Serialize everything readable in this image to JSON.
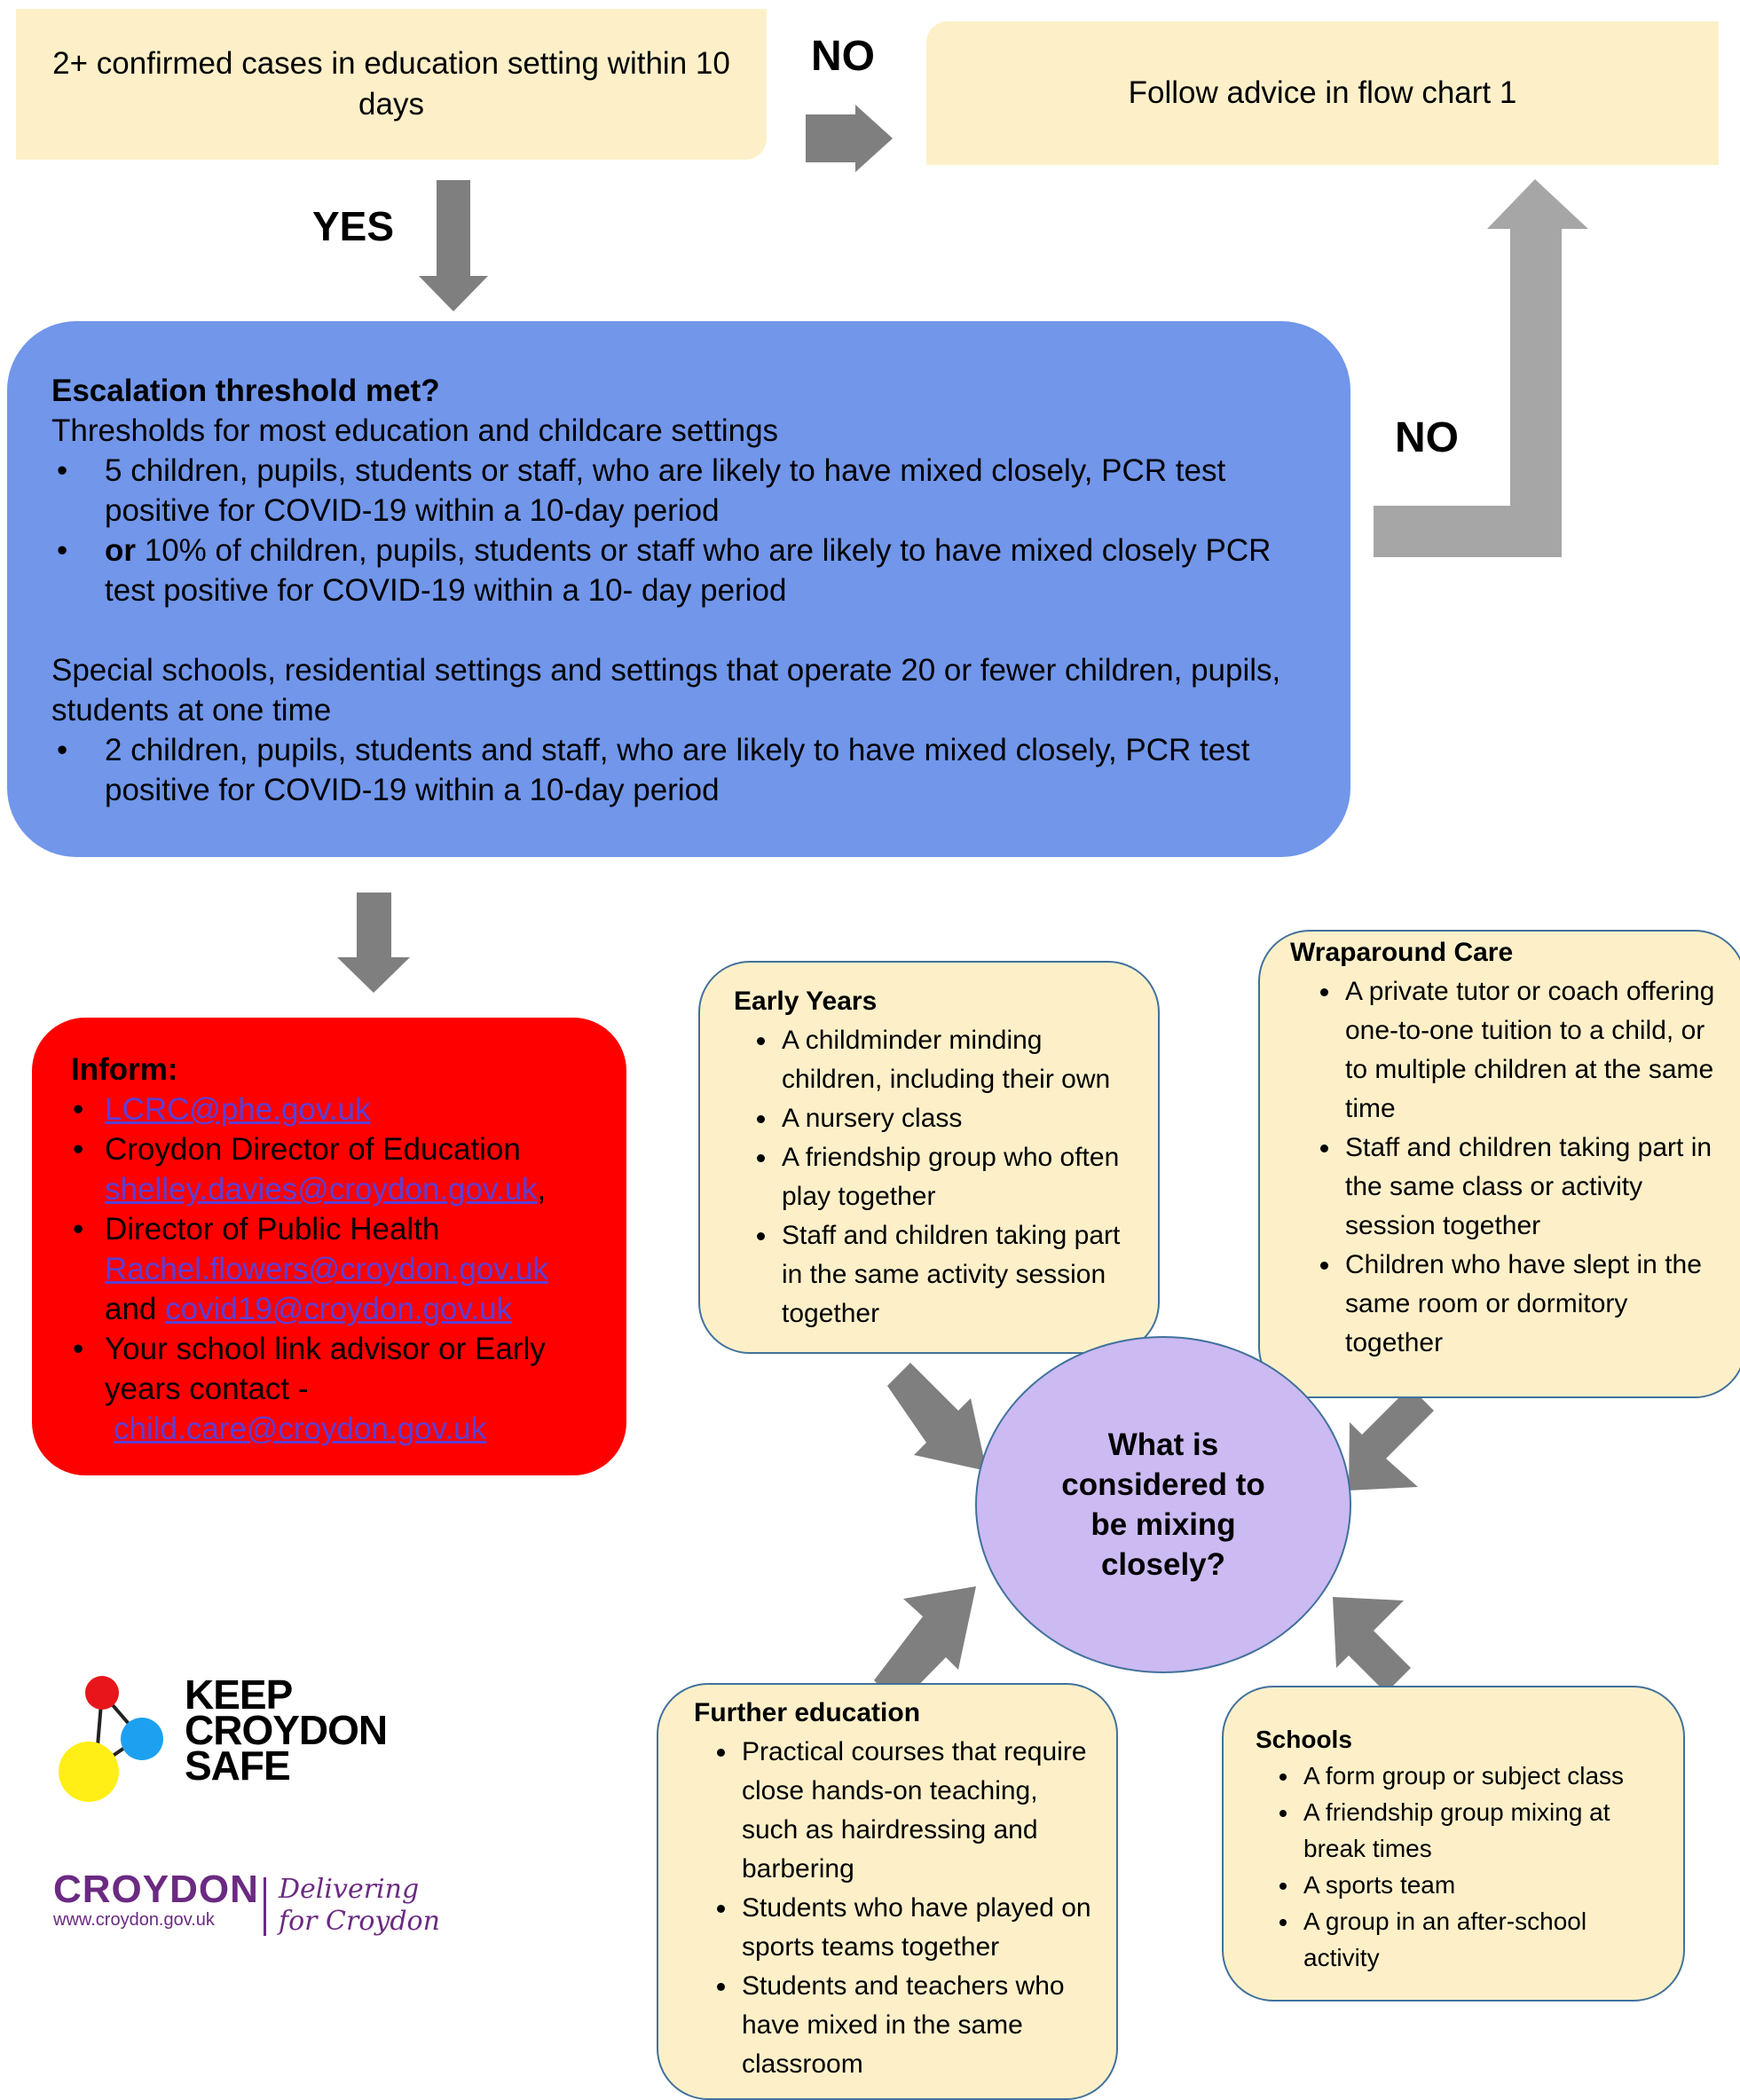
{
  "top_box": {
    "text": "2+ confirmed cases in education setting within 10 days"
  },
  "follow_box": {
    "text": "Follow advice in flow chart 1"
  },
  "labels": {
    "no_top": "NO",
    "yes": "YES",
    "no_right": "NO"
  },
  "escalation": {
    "heading": "Escalation threshold met?",
    "intro1": "Thresholds for most education and childcare settings",
    "item1": "5 children, pupils, students or staff, who are likely to have mixed closely, PCR test positive for COVID-19 within a 10-day period",
    "item2_bold": "or",
    "item2_rest": " 10% of children, pupils, students or staff who are likely to have mixed closely PCR test positive for COVID-19 within a 10- day period",
    "intro2": "Special schools, residential settings and settings that operate 20 or fewer children, pupils, students at one time",
    "item3": "2 children, pupils, students and staff, who are likely to have mixed closely, PCR test positive for COVID-19 within a 10-day period"
  },
  "inform": {
    "heading": "Inform:",
    "email_lcrc": "LCRC@phe.gov.uk",
    "edu_label": "Croydon Director of Education",
    "edu_email": "shelley.davies@croydon.gov.uk",
    "edu_comma": ",",
    "dph_label": "Director of Public Health",
    "dph_email": "Rachel.flowers@croydon.gov.uk",
    "and": "and ",
    "covid_email": "covid19@croydon.gov.uk",
    "link_label": "Your school link advisor or Early years contact  -",
    "childcare_email": "child.care@croydon.gov.uk"
  },
  "early_years": {
    "heading": "Early Years",
    "items": [
      "A childminder minding children, including their own",
      "A nursery class",
      "A friendship group who often play together",
      "Staff and children taking part in the same activity session together"
    ]
  },
  "wraparound": {
    "heading": "Wraparound Care",
    "items": [
      "A private tutor or coach offering one-to-one tuition to a child, or to multiple children at the same time",
      "Staff and children taking part in the same class or activity session together",
      "Children who have slept in the same room or dormitory together"
    ]
  },
  "center": {
    "text": "What is considered to be mixing closely?"
  },
  "further_education": {
    "heading": "Further education",
    "items": [
      "Practical courses that require close hands-on teaching, such as hairdressing and barbering",
      "Students who have played on sports teams together",
      "Students and teachers who have mixed in the same classroom"
    ]
  },
  "schools": {
    "heading": "Schools",
    "items": [
      "A form group or subject class",
      "A friendship group mixing at break times",
      "A sports team",
      "A group in an after-school activity"
    ]
  },
  "logos": {
    "kcs_line1": "KEEP",
    "kcs_line2": "CROYDON",
    "kcs_line3": "SAFE",
    "croydon_word": "CROYDON",
    "croydon_url": "www.croydon.gov.uk",
    "tag_line1": "Delivering",
    "tag_line2": "for Croydon"
  }
}
